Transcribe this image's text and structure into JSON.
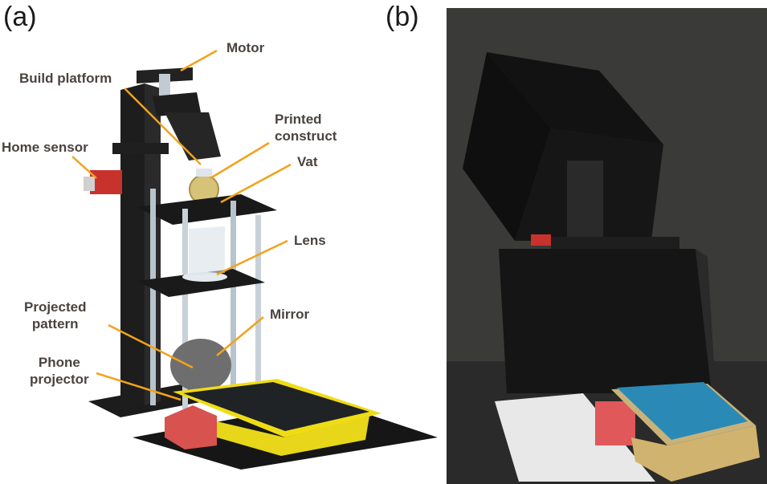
{
  "figure": {
    "panel_a": {
      "label": "(a)",
      "callouts": [
        {
          "id": "motor",
          "text": "Motor"
        },
        {
          "id": "build-platform",
          "text": "Build platform"
        },
        {
          "id": "printed-construct",
          "text": "Printed\nconstruct"
        },
        {
          "id": "home-sensor",
          "text": "Home sensor"
        },
        {
          "id": "vat",
          "text": "Vat"
        },
        {
          "id": "lens",
          "text": "Lens"
        },
        {
          "id": "projected-pattern",
          "text": "Projected\npattern"
        },
        {
          "id": "mirror",
          "text": "Mirror"
        },
        {
          "id": "phone-projector",
          "text": "Phone\nprojector"
        }
      ]
    },
    "panel_b": {
      "label": "(b)"
    },
    "colors": {
      "callout_line": "#f2a21c",
      "callout_text": "#4a4340",
      "frame_black": "#1b1b1b",
      "rod_silver": "#b9c3cc",
      "phone_case_yellow": "#f0dc14",
      "mount_red": "#d8524f",
      "sensor_red": "#c8322c"
    }
  }
}
